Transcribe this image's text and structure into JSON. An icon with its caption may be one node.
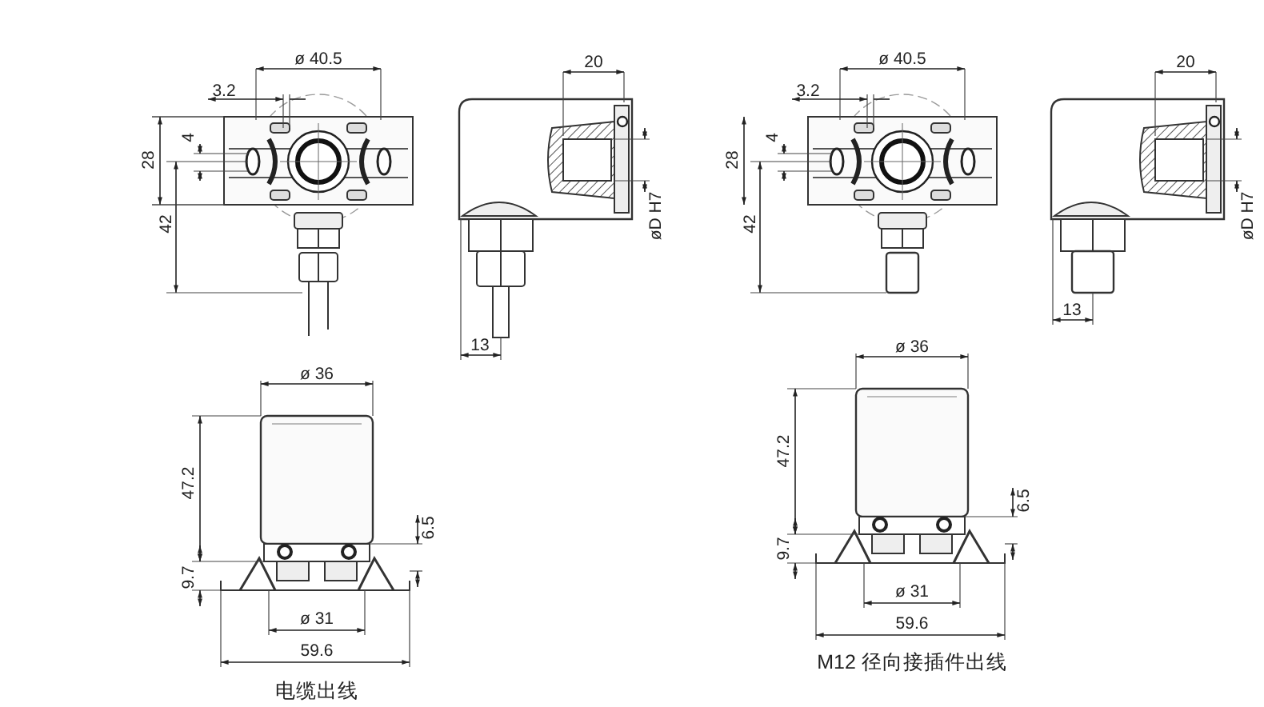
{
  "diagram": {
    "labels": [
      "ø 40.5",
      "3.2",
      "4",
      "28",
      "42",
      "20",
      "øD H7",
      "13",
      "ø 40.5",
      "3.2",
      "4",
      "28",
      "42",
      "20",
      "øD H7",
      "13",
      "ø 36",
      "47.2",
      "6.5",
      "9.7",
      "ø 31",
      "59.6",
      "电缆出线",
      "ø 36",
      "47.2",
      "6.5",
      "9.7",
      "ø 31",
      "59.6",
      "M12 径向接插件出线"
    ]
  }
}
